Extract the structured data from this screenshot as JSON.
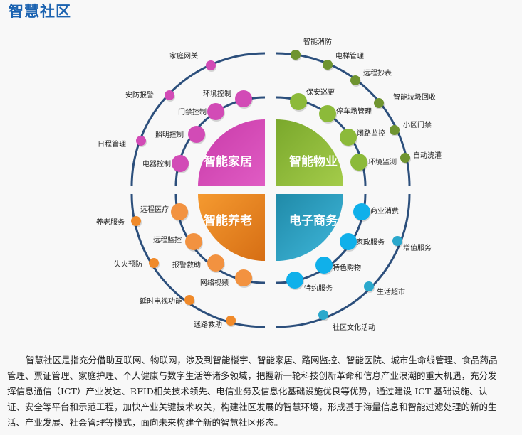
{
  "title": "智慧社区",
  "colors": {
    "home": "#d24bb6",
    "property": "#8cba3a",
    "elder": "#f08a2a",
    "commerce": "#2aa8cc",
    "ring": "#2c4f7c"
  },
  "quadrants": [
    {
      "id": "home",
      "label": "智能家居",
      "inner": [
        "环境控制",
        "门禁控制",
        "照明控制",
        "电器控制"
      ],
      "outer": [
        "家庭网关",
        "安防报警",
        "日程管理"
      ]
    },
    {
      "id": "property",
      "label": "智能物业",
      "inner": [
        "保安巡更",
        "停车场管理",
        "闭路监控",
        "环境监测"
      ],
      "outer": [
        "智能消防",
        "电梯管理",
        "远程抄表",
        "智能垃圾回收",
        "小区门禁",
        "自动浇灌"
      ]
    },
    {
      "id": "elder",
      "label": "智能养老",
      "inner": [
        "远程医疗",
        "远程监控",
        "报警救助",
        "网络视频"
      ],
      "outer": [
        "养老服务",
        "失火预防",
        "延时电视功能",
        "迷路救助"
      ]
    },
    {
      "id": "commerce",
      "label": "电子商务",
      "inner": [
        "商业消费",
        "家政服务",
        "特色购物",
        "特约服务"
      ],
      "outer": [
        "增值服务",
        "生活超市",
        "社区文化活动"
      ]
    }
  ],
  "description": "智慧社区是指充分借助互联网、物联网，涉及到智能楼宇、智能家居、路网监控、智能医院、城市生命线管理、食品药品管理、票证管理、家庭护理、个人健康与数字生活等诸多领域，把握新一轮科技创新革命和信息产业浪潮的重大机遇，充分发挥信息通信（ICT）产业发达、RFID相关技术领先、电信业务及信息化基础设施优良等优势，通过建设 ICT 基础设施、认证、安全等平台和示范工程，加快产业关键技术攻关，构建社区发展的智慧环境，形成基于海量信息和智能过滤处理的新的生活、产业发展、社会管理等模式，面向未来构建全新的智慧社区形态。"
}
